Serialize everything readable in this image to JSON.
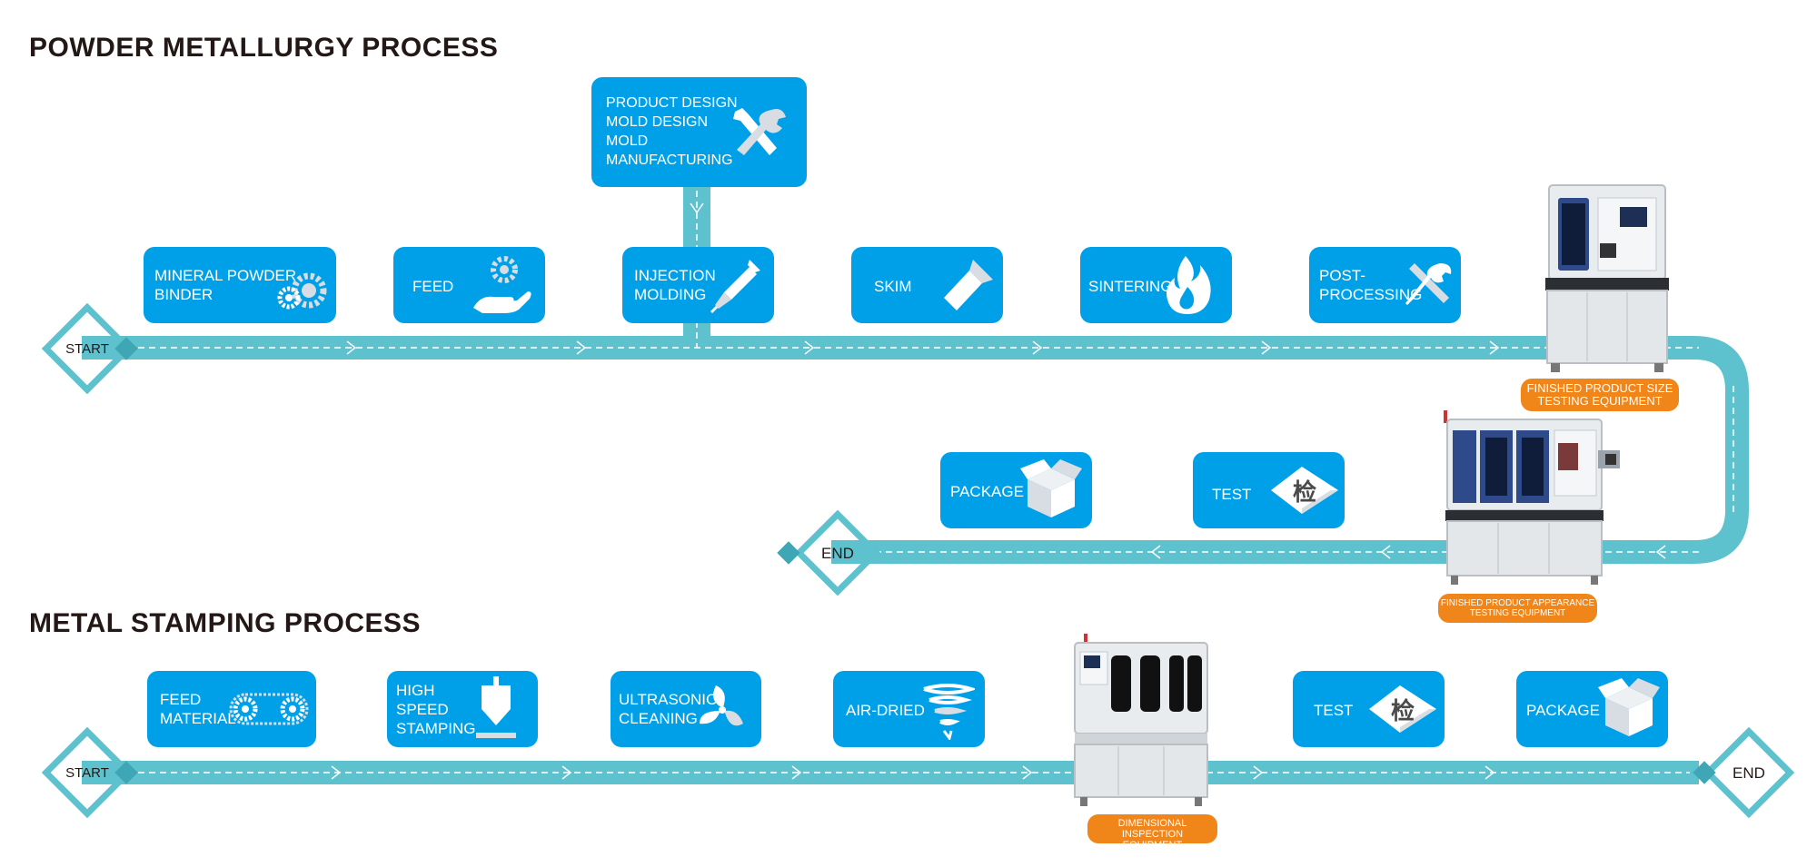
{
  "section1": {
    "title": "POWDER METALLURGY PROCESS",
    "start_label": "START",
    "end_label": "END",
    "design_box": {
      "text": "PRODUCT  DESIGN\nMOLD DESIGN\nMOLD\nMANUFACTURING",
      "icon": "hammer-wrench-icon"
    },
    "steps": [
      {
        "label": "MINERAL  POWDER\nBINDER",
        "icon": "gears-icon"
      },
      {
        "label": "FEED",
        "icon": "hand-gear-icon"
      },
      {
        "label": "INJECTION\nMOLDING",
        "icon": "syringe-icon"
      },
      {
        "label": "SKIM",
        "icon": "scraper-icon"
      },
      {
        "label": "SINTERING",
        "icon": "flame-icon"
      },
      {
        "label": "POST-\nPROCESSING",
        "icon": "tools-icon"
      }
    ],
    "return_steps": [
      {
        "label": "PACKAGE",
        "icon": "box-icon"
      },
      {
        "label": "TEST",
        "icon": "inspect-diamond-icon",
        "glyph": "检"
      }
    ],
    "equipment": [
      {
        "label": "FINISHED PRODUCT SIZE\nTESTING EQUIPMENT"
      },
      {
        "label": "FINISHED PRODUCT APPEARANCE\nTESTING EQUIPMENT"
      }
    ]
  },
  "section2": {
    "title": "METAL STAMPING PROCESS",
    "start_label": "START",
    "end_label": "END",
    "steps": [
      {
        "label": "FEED\nMATERIAL",
        "icon": "conveyor-icon"
      },
      {
        "label": "HIGH\nSPEED\nSTAMPING",
        "icon": "stamping-press-icon"
      },
      {
        "label": "ULTRASONIC\nCLEANING",
        "icon": "fan-icon"
      },
      {
        "label": "AIR-DRIED",
        "icon": "tornado-icon"
      },
      {
        "label": "TEST",
        "icon": "inspect-diamond-icon",
        "glyph": "检"
      },
      {
        "label": "PACKAGE",
        "icon": "box-icon"
      }
    ],
    "equipment": [
      {
        "label": "DIMENSIONAL INSPECTION\nEQUIPMENT"
      }
    ]
  },
  "colors": {
    "step_blue": "#00a0e9",
    "pipe_teal": "#5ec1ce",
    "pipe_dark": "#3fa6b5",
    "label_orange": "#f08519",
    "title_dark": "#231815"
  }
}
